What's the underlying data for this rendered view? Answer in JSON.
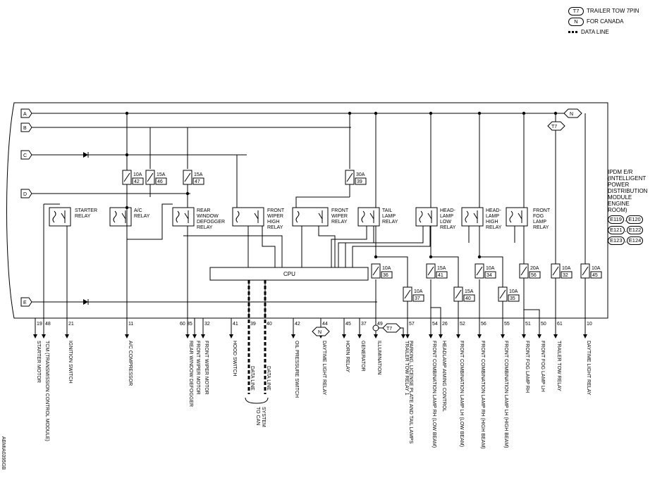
{
  "legend": {
    "t7": {
      "tag": "T7",
      "text": "TRAILER TOW 7PIN"
    },
    "n": {
      "tag": "N",
      "text": "FOR CANADA"
    },
    "data_line": "DATA LINE"
  },
  "module": {
    "lines": [
      "IPDM E/R",
      "(INTELLIGENT",
      "POWER",
      "DISTRIBUTION",
      "MODULE",
      "ENGINE",
      "ROOM)"
    ],
    "connectors": [
      "E119",
      "E120",
      "E121",
      "E122",
      "E123",
      "E124"
    ]
  },
  "bus_labels": [
    "A",
    "B",
    "C",
    "D",
    "E"
  ],
  "cpu_label": "CPU",
  "relays": [
    {
      "label": [
        "STARTER",
        "RELAY"
      ]
    },
    {
      "label": [
        "A/C",
        "RELAY"
      ]
    },
    {
      "label": [
        "REAR",
        "WINDOW",
        "DEFOGGER",
        "RELAY"
      ]
    },
    {
      "label": [
        "FRONT",
        "WIPER",
        "HIGH",
        "RELAY"
      ]
    },
    {
      "label": [
        "FRONT",
        "WIPER",
        "RELAY"
      ]
    },
    {
      "label": [
        "TAIL",
        "LAMP",
        "RELAY"
      ]
    },
    {
      "label": [
        "HEAD-",
        "LAMP",
        "LOW",
        "RELAY"
      ]
    },
    {
      "label": [
        "HEAD-",
        "LAMP",
        "HIGH",
        "RELAY"
      ]
    },
    {
      "label": [
        "FRONT",
        "FOG",
        "LAMP",
        "RELAY"
      ]
    }
  ],
  "fuses": [
    {
      "amp": "10A",
      "no": "42"
    },
    {
      "amp": "15A",
      "no": "46"
    },
    {
      "amp": "15A",
      "no": "47"
    },
    {
      "amp": "30A",
      "no": "39"
    },
    {
      "amp": "10A",
      "no": "36"
    },
    {
      "amp": "10A",
      "no": "37"
    },
    {
      "amp": "15A",
      "no": "41"
    },
    {
      "amp": "15A",
      "no": "40"
    },
    {
      "amp": "10A",
      "no": "34"
    },
    {
      "amp": "10A",
      "no": "35"
    },
    {
      "amp": "20A",
      "no": "56"
    },
    {
      "amp": "10A",
      "no": "32"
    },
    {
      "amp": "10A",
      "no": "45"
    }
  ],
  "terminals": [
    {
      "pin": "19",
      "name": "STARTER MOTOR"
    },
    {
      "pin": "48",
      "name": "TCM (TRANSMISSION CONTROL MODULE)"
    },
    {
      "pin": "21",
      "name": "IGNITION SWITCH"
    },
    {
      "pin": "11",
      "name": "A/C COMPRESSOR"
    },
    {
      "pin": "60",
      "name": "REAR WINDOW DEFOGGER"
    },
    {
      "pin": "35",
      "name": "FRONT WIPER MOTOR"
    },
    {
      "pin": "32",
      "name": "FRONT WIPER MOTOR"
    },
    {
      "pin": "41",
      "name": "HOOD SWITCH"
    },
    {
      "pin": "39",
      "name": "DATA LINE"
    },
    {
      "pin": "40",
      "name": "DATA LINE"
    },
    {
      "pin": "42",
      "name": "OIL PRESSURE SWITCH"
    },
    {
      "pin": "44",
      "name": "DAYTIME LIGHT RELAY"
    },
    {
      "pin": "45",
      "name": "HORN RELAY"
    },
    {
      "pin": "37",
      "name": "GENERATOR"
    },
    {
      "pin": "49",
      "name": "ILLUMINATION"
    },
    {
      "pin": "",
      "name": "TRAILER TOW RELAY 1"
    },
    {
      "pin": "57",
      "name": "PARKING, LICENSE PLATE AND TAIL LAMPS"
    },
    {
      "pin": "54",
      "name": "FRONT COMBINATION LAMP RH (LOW BEAM)"
    },
    {
      "pin": "26",
      "name": "HEADLAMP AIMING CONTROL"
    },
    {
      "pin": "52",
      "name": "FRONT COMBINATION LAMP LH (LOW BEAM)"
    },
    {
      "pin": "56",
      "name": "FRONT COMBINATION LAMP RH (HIGH BEAM)"
    },
    {
      "pin": "55",
      "name": "FRONT COMBINATION LAMP LH (HIGH BEAM)"
    },
    {
      "pin": "51",
      "name": "FRONT FOG LAMP RH"
    },
    {
      "pin": "50",
      "name": "FRONT FOG LAMP LH"
    },
    {
      "pin": "61",
      "name": "TRAILER TOW RELAY"
    },
    {
      "pin": "10",
      "name": "DAYTIME LIGHT RELAY"
    }
  ],
  "to_can": [
    "TO CAN",
    "SYSTEM"
  ],
  "ref_code": "ABMIA0395GB"
}
